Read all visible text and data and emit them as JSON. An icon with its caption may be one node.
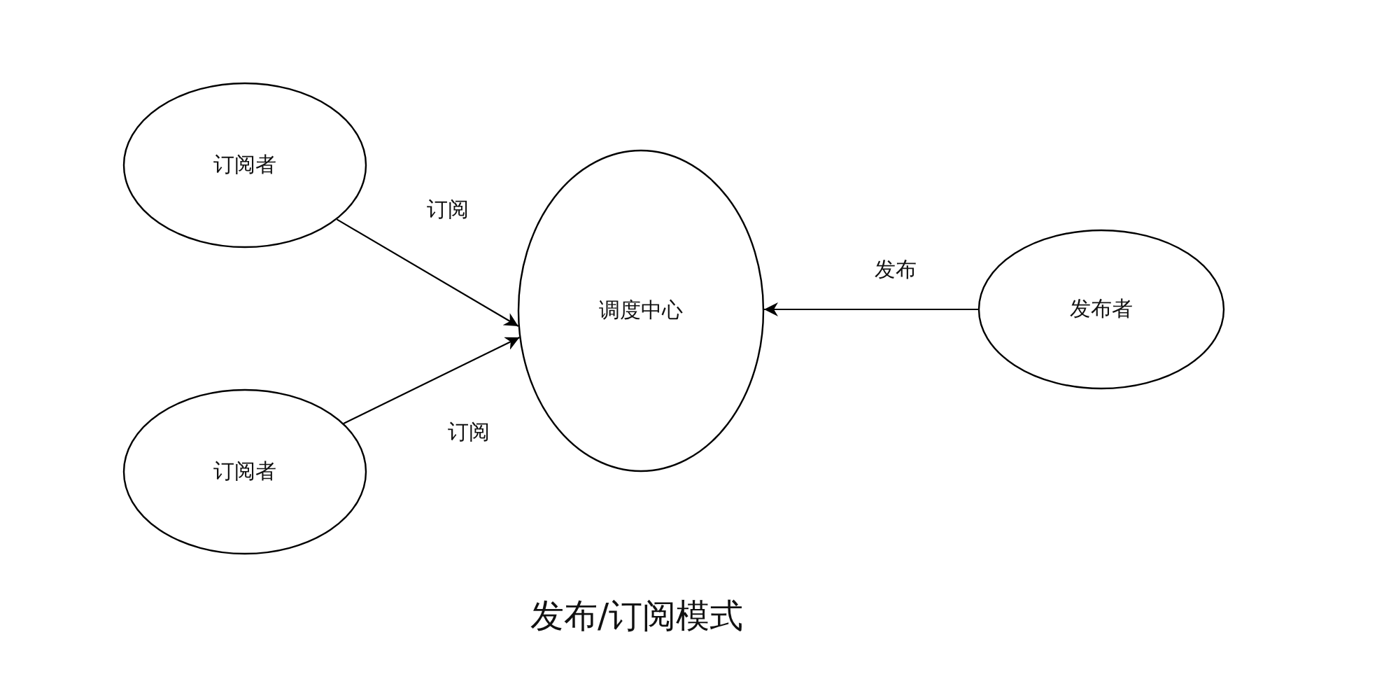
{
  "diagram": {
    "caption": "发布/订阅模式",
    "nodes": [
      {
        "text": [
          "订阅者"
        ]
      },
      {
        "text": [
          "订阅者"
        ]
      },
      {
        "text": [
          "调度中心"
        ]
      },
      {
        "text": [
          "发布者"
        ]
      }
    ],
    "edges": [
      {
        "from": 0,
        "to": 2,
        "arrow": "to",
        "label": "订阅"
      },
      {
        "from": 1,
        "to": 2,
        "arrow": "to",
        "label": "订阅"
      },
      {
        "from": 3,
        "to": 2,
        "arrow": "to",
        "label": "发布"
      }
    ]
  }
}
